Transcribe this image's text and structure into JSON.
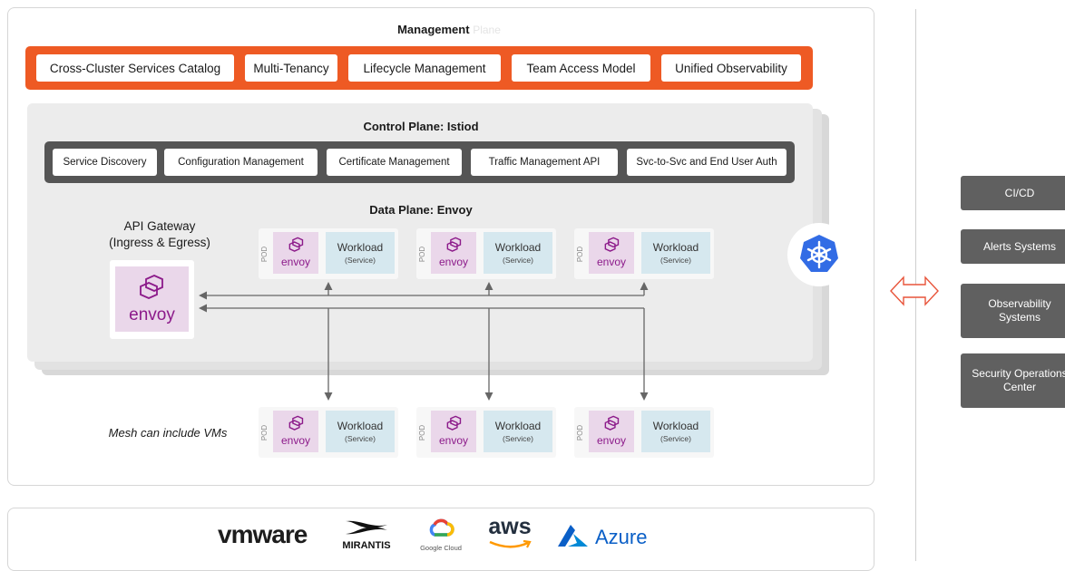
{
  "management": {
    "title": "Management",
    "title_faded": "Plane",
    "items": [
      "Cross-Cluster Services Catalog",
      "Multi-Tenancy",
      "Lifecycle Management",
      "Team Access Model",
      "Unified Observability"
    ]
  },
  "control_plane": {
    "title": "Control Plane: Istiod",
    "items": [
      "Service Discovery",
      "Configuration Management",
      "Certificate Management",
      "Traffic Management API",
      "Svc-to-Svc and End User Auth"
    ]
  },
  "data_plane": {
    "title": "Data Plane: Envoy",
    "gateway_line1": "API Gateway",
    "gateway_line2": "(Ingress & Egress)",
    "gateway_logo_text": "envoy"
  },
  "pod": {
    "label": "POD",
    "envoy": "envoy",
    "workload": "Workload",
    "service": "(Service)"
  },
  "vm_note": "Mesh can include VMs",
  "external_systems": [
    "CI/CD",
    "Alerts Systems",
    "Observability Systems",
    "Security Operations Center"
  ],
  "clouds": {
    "vmware": "vmware",
    "mirantis": "MIRANTIS",
    "google": "Google Cloud",
    "aws": "aws",
    "azure": "Azure"
  },
  "colors": {
    "management_orange": "#ee5a24",
    "control_gray": "#555555",
    "envoy_purple": "#8c1a8a",
    "kubernetes_blue": "#326ce5",
    "arrow_red": "#e8543a"
  },
  "icons": [
    "envoy-icon",
    "kubernetes-icon",
    "double-arrow-icon"
  ]
}
